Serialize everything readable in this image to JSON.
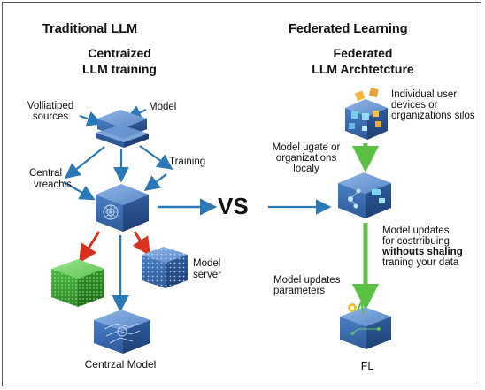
{
  "left": {
    "header": "Traditional LLM",
    "subtitle_line1": "Centraized",
    "subtitle_line2": "LLM training",
    "label_sources_line1": "Volliatiped",
    "label_sources_line2": "sources",
    "label_model": "Model",
    "label_training": "Training",
    "label_central_line1": "Central",
    "label_central_line2": "vreachis",
    "label_model_server_line1": "Model",
    "label_model_server_line2": "server",
    "label_central_model": "Centrzal Model"
  },
  "vs_text": "VS",
  "right": {
    "header": "Federated Learning",
    "subtitle_line1": "Federated",
    "subtitle_line2": "LLM Archtetcture",
    "label_devices": "Individual user\ndevices or\norganizations silos",
    "label_update_local": "Model ugate or\norganizations\nlocaly",
    "label_updates_contrib_line1": "Model updates",
    "label_updates_contrib_line2": "for costrribuing",
    "label_updates_contrib_line3": "withouts shaling",
    "label_updates_contrib_line4": "traning your data",
    "label_updates_params": "Model updates\nparameters",
    "label_fl": "FL"
  },
  "colors": {
    "cube_blue": "#3f6fb4",
    "cube_green": "#3fb23a",
    "arrow_blue": "#2a78b8",
    "arrow_red": "#d8321f",
    "arrow_green": "#59c043"
  }
}
